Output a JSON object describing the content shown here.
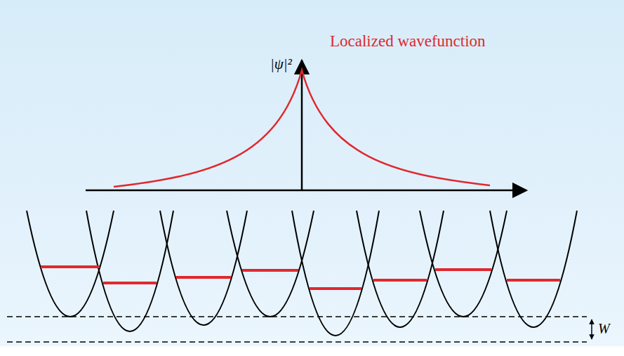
{
  "diagram": {
    "labels": [
      "Localized wavefunction",
      "|ψ|²",
      "W"
    ]
  }
}
